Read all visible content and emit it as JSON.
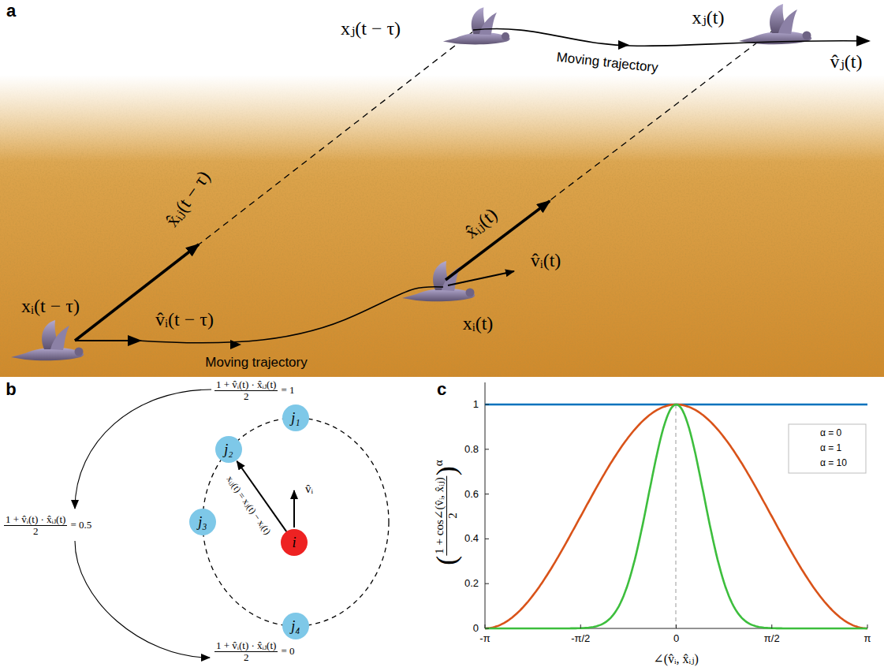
{
  "diagram": {
    "nodes": [
      {
        "text": [
          "j₁"
        ]
      },
      {
        "text": [
          "j₂"
        ]
      },
      {
        "text": [
          "j₃"
        ]
      },
      {
        "text": [
          "i"
        ]
      },
      {
        "text": [
          "j₄"
        ]
      }
    ],
    "edges": [
      {
        "from": 3,
        "to": 1,
        "arrow": "to",
        "label": "xᵢⱼ(t) = xⱼ(t) − xᵢ(t)"
      }
    ],
    "labels": [
      "a",
      "xⱼ(t − τ)",
      "Moving trajectory",
      "xⱼ(t)",
      "v̂ⱼ(t)",
      "x̂ᵢⱼ(t − τ)",
      "x̂ᵢⱼ(t)",
      "v̂ᵢ(t)",
      "xᵢ(t − τ)",
      "v̂ᵢ(t − τ)",
      "Moving trajectory",
      "xᵢ(t)",
      "b",
      "1 + v̂ᵢ(t) · x̂ᵢⱼ(t)",
      "2",
      "= 1",
      "1 + v̂ᵢ(t) · x̂ᵢⱼ(t)",
      "2",
      "= 0.5",
      "1 + v̂ᵢ(t) · x̂ᵢⱼ(t)",
      "2",
      "= 0",
      "v̂ᵢ",
      "c",
      "(",
      "1 + cos∠(v̂ᵢ, x̂ᵢⱼ)",
      "2",
      ")",
      "α",
      "1",
      "0.8",
      "0.6",
      "0.4",
      "0.2",
      "0",
      "-π",
      "-π/2",
      "0",
      "π/2",
      "π",
      "∠(v̂ᵢ, x̂ᵢⱼ)"
    ],
    "legend": [
      {
        "text": "α = 0"
      },
      {
        "text": "α = 1"
      },
      {
        "text": "α = 10"
      }
    ]
  }
}
